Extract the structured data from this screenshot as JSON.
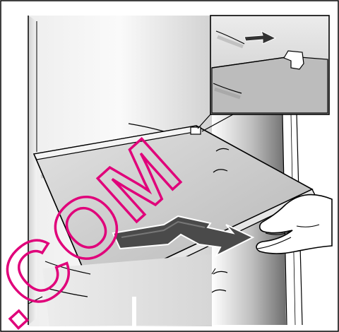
{
  "illustration": {
    "subject": "refrigerator-shelf-removal",
    "inset": "shelf-clip-detail"
  },
  "watermark": {
    "text": ".COM",
    "color": "#e0007a"
  },
  "colors": {
    "outline": "#000000",
    "shelf_glass": "#c8c8c8",
    "cabinet_light": "#f2f2f2",
    "cabinet_shade": "#9a9a9a",
    "arrow": "#4a4a4a",
    "inset_bg": "#dcdcdc"
  }
}
